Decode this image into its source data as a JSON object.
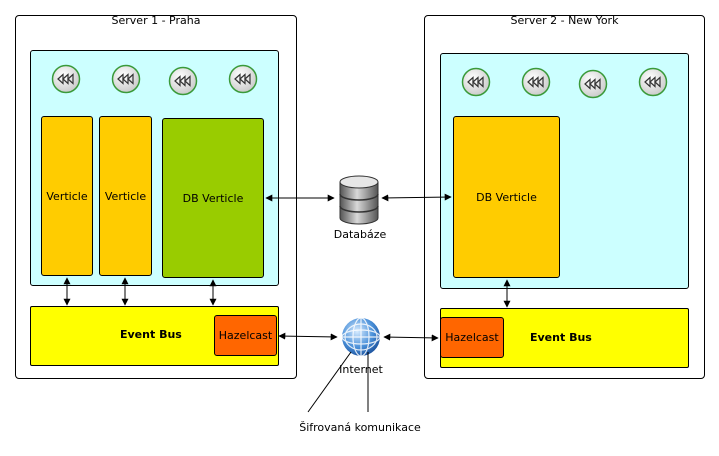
{
  "server1": {
    "title": "Server 1 - Praha",
    "verticle1": "Verticle",
    "verticle2": "Verticle",
    "db_verticle": "DB Verticle",
    "event_bus": "Event Bus",
    "hazelcast": "Hazelcast"
  },
  "server2": {
    "title": "Server 2 - New York",
    "db_verticle": "DB Verticle",
    "event_bus": "Event Bus",
    "hazelcast": "Hazelcast"
  },
  "database_label": "Databáze",
  "internet_label": "Internet",
  "encryption_label": "Šifrovaná komunikace",
  "icons": {
    "rewind": "rewind-icon",
    "database": "database-icon",
    "internet": "globe-icon"
  },
  "colors": {
    "instance_area": "#ccffff",
    "verticle": "#ffcc00",
    "db_verticle_1": "#99cc00",
    "event_bus": "#ffff00",
    "hazelcast": "#ff6600"
  }
}
